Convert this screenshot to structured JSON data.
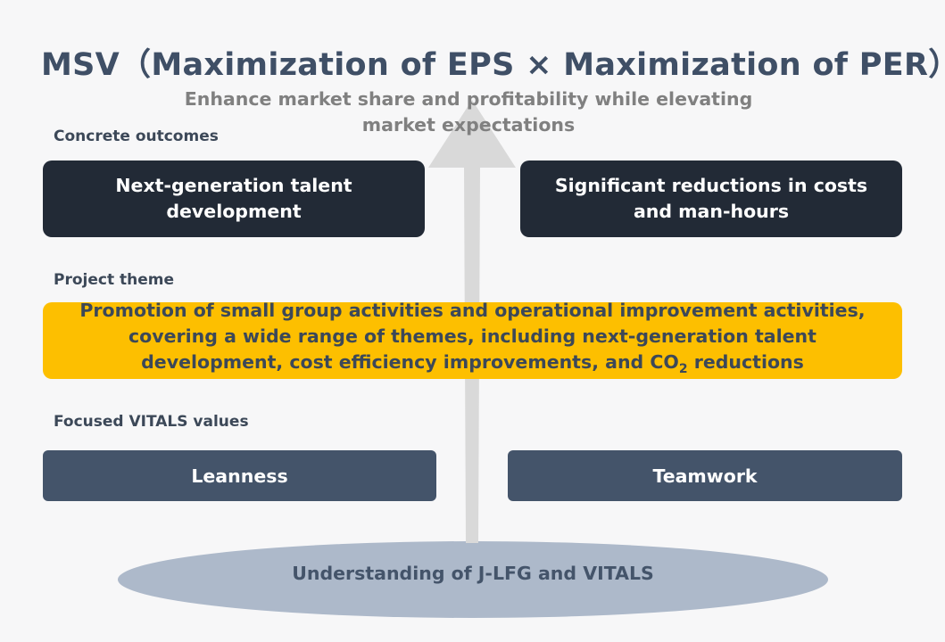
{
  "title": "MSV（Maximization of EPS × Maximization of PER）",
  "subtitle": "Enhance market share and profitability while elevating market expectations",
  "sections": {
    "outcomes_label": "Concrete outcomes",
    "theme_label": "Project theme",
    "vitals_label": "Focused VITALS values"
  },
  "outcomes": [
    "Next-generation talent development",
    "Significant reductions in costs and man-hours"
  ],
  "theme": {
    "text_before": "Promotion of small group activities and operational improvement activities, covering a wide range of themes, including next-generation talent development, cost efficiency improvements, and CO",
    "subscript": "2",
    "text_after": " reductions"
  },
  "vitals": [
    "Leanness",
    "Teamwork"
  ],
  "foundation": "Understanding of J-LFG and VITALS",
  "colors": {
    "background": "#f7f7f8",
    "title": "#3f4f66",
    "outcome_box": "#222a36",
    "theme_box": "#fdbf00",
    "vitals_box": "#44546a",
    "foundation_ellipse": "#adb9ca",
    "arrow": "#d9d9d9"
  }
}
